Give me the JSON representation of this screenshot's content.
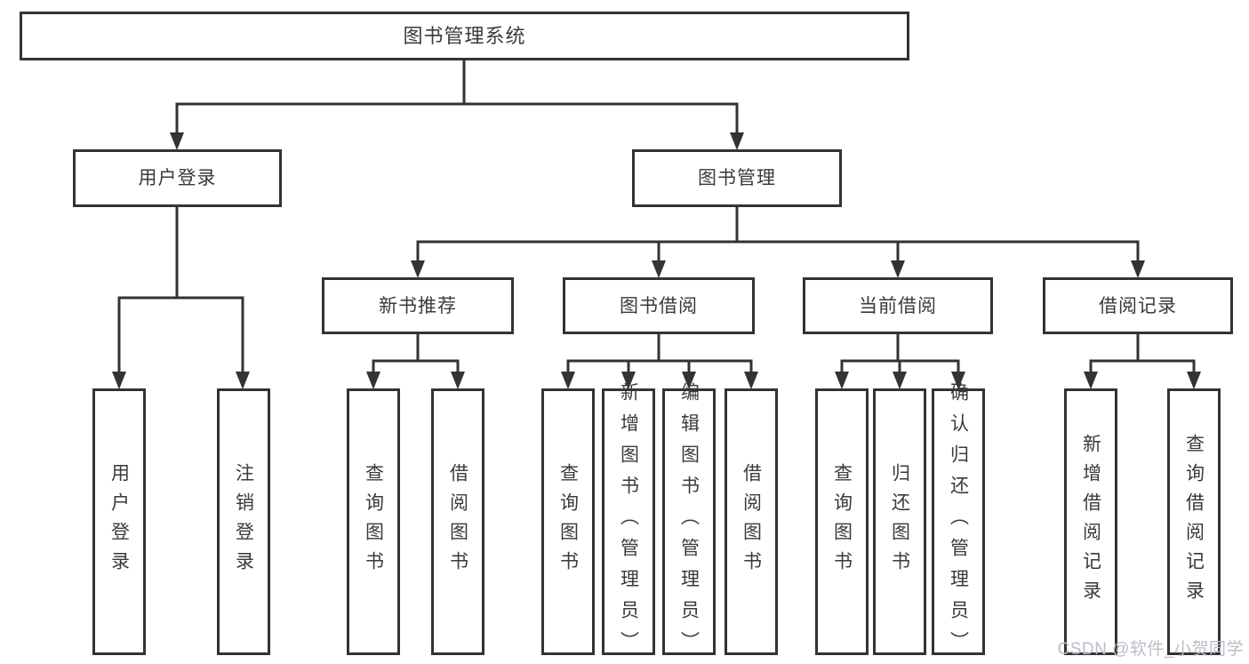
{
  "diagram_title": "图书管理系统",
  "tree": {
    "root": {
      "label": "图书管理系统"
    },
    "children": [
      {
        "label": "用户登录",
        "children": [
          {
            "label": "用户登录"
          },
          {
            "label": "注销登录"
          }
        ]
      },
      {
        "label": "图书管理",
        "children": [
          {
            "label": "新书推荐",
            "children": [
              {
                "label": "查询图书"
              },
              {
                "label": "借阅图书"
              }
            ]
          },
          {
            "label": "图书借阅",
            "children": [
              {
                "label": "查询图书"
              },
              {
                "label": "新增图书（管理员）"
              },
              {
                "label": "编辑图书（管理员）"
              },
              {
                "label": "借阅图书"
              }
            ]
          },
          {
            "label": "当前借阅",
            "children": [
              {
                "label": "查询图书"
              },
              {
                "label": "归还图书"
              },
              {
                "label": "确认归还（管理员）"
              }
            ]
          },
          {
            "label": "借阅记录",
            "children": [
              {
                "label": "新增借阅记录"
              },
              {
                "label": "查询借阅记录"
              }
            ]
          }
        ]
      }
    ]
  },
  "watermark": "CSDN @软件_小贺同学",
  "colors": {
    "line": "#333333",
    "box_border": "#333333",
    "box_fill": "#ffffff",
    "text": "#3a3a3a",
    "watermark": "#b9bdc6"
  }
}
